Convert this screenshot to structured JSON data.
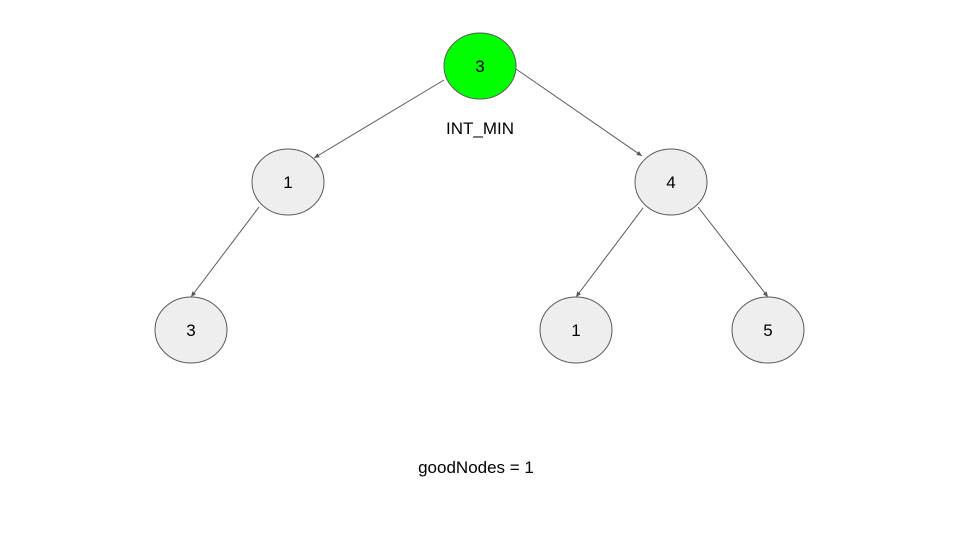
{
  "tree": {
    "nodes": [
      {
        "id": "root",
        "value": "3",
        "highlighted": true
      },
      {
        "id": "left",
        "value": "1",
        "highlighted": false
      },
      {
        "id": "right",
        "value": "4",
        "highlighted": false
      },
      {
        "id": "left-left",
        "value": "3",
        "highlighted": false
      },
      {
        "id": "right-left",
        "value": "1",
        "highlighted": false
      },
      {
        "id": "right-right",
        "value": "5",
        "highlighted": false
      }
    ],
    "edges": [
      {
        "from": "root",
        "to": "left"
      },
      {
        "from": "root",
        "to": "right"
      },
      {
        "from": "left",
        "to": "left-left"
      },
      {
        "from": "right",
        "to": "right-left"
      },
      {
        "from": "right",
        "to": "right-right"
      }
    ]
  },
  "annotations": {
    "root_max_label": "INT_MIN",
    "good_nodes_text": "goodNodes = 1"
  },
  "colors": {
    "highlight_fill": "#00ff00",
    "node_fill": "#eeeeee",
    "stroke": "#595959"
  }
}
